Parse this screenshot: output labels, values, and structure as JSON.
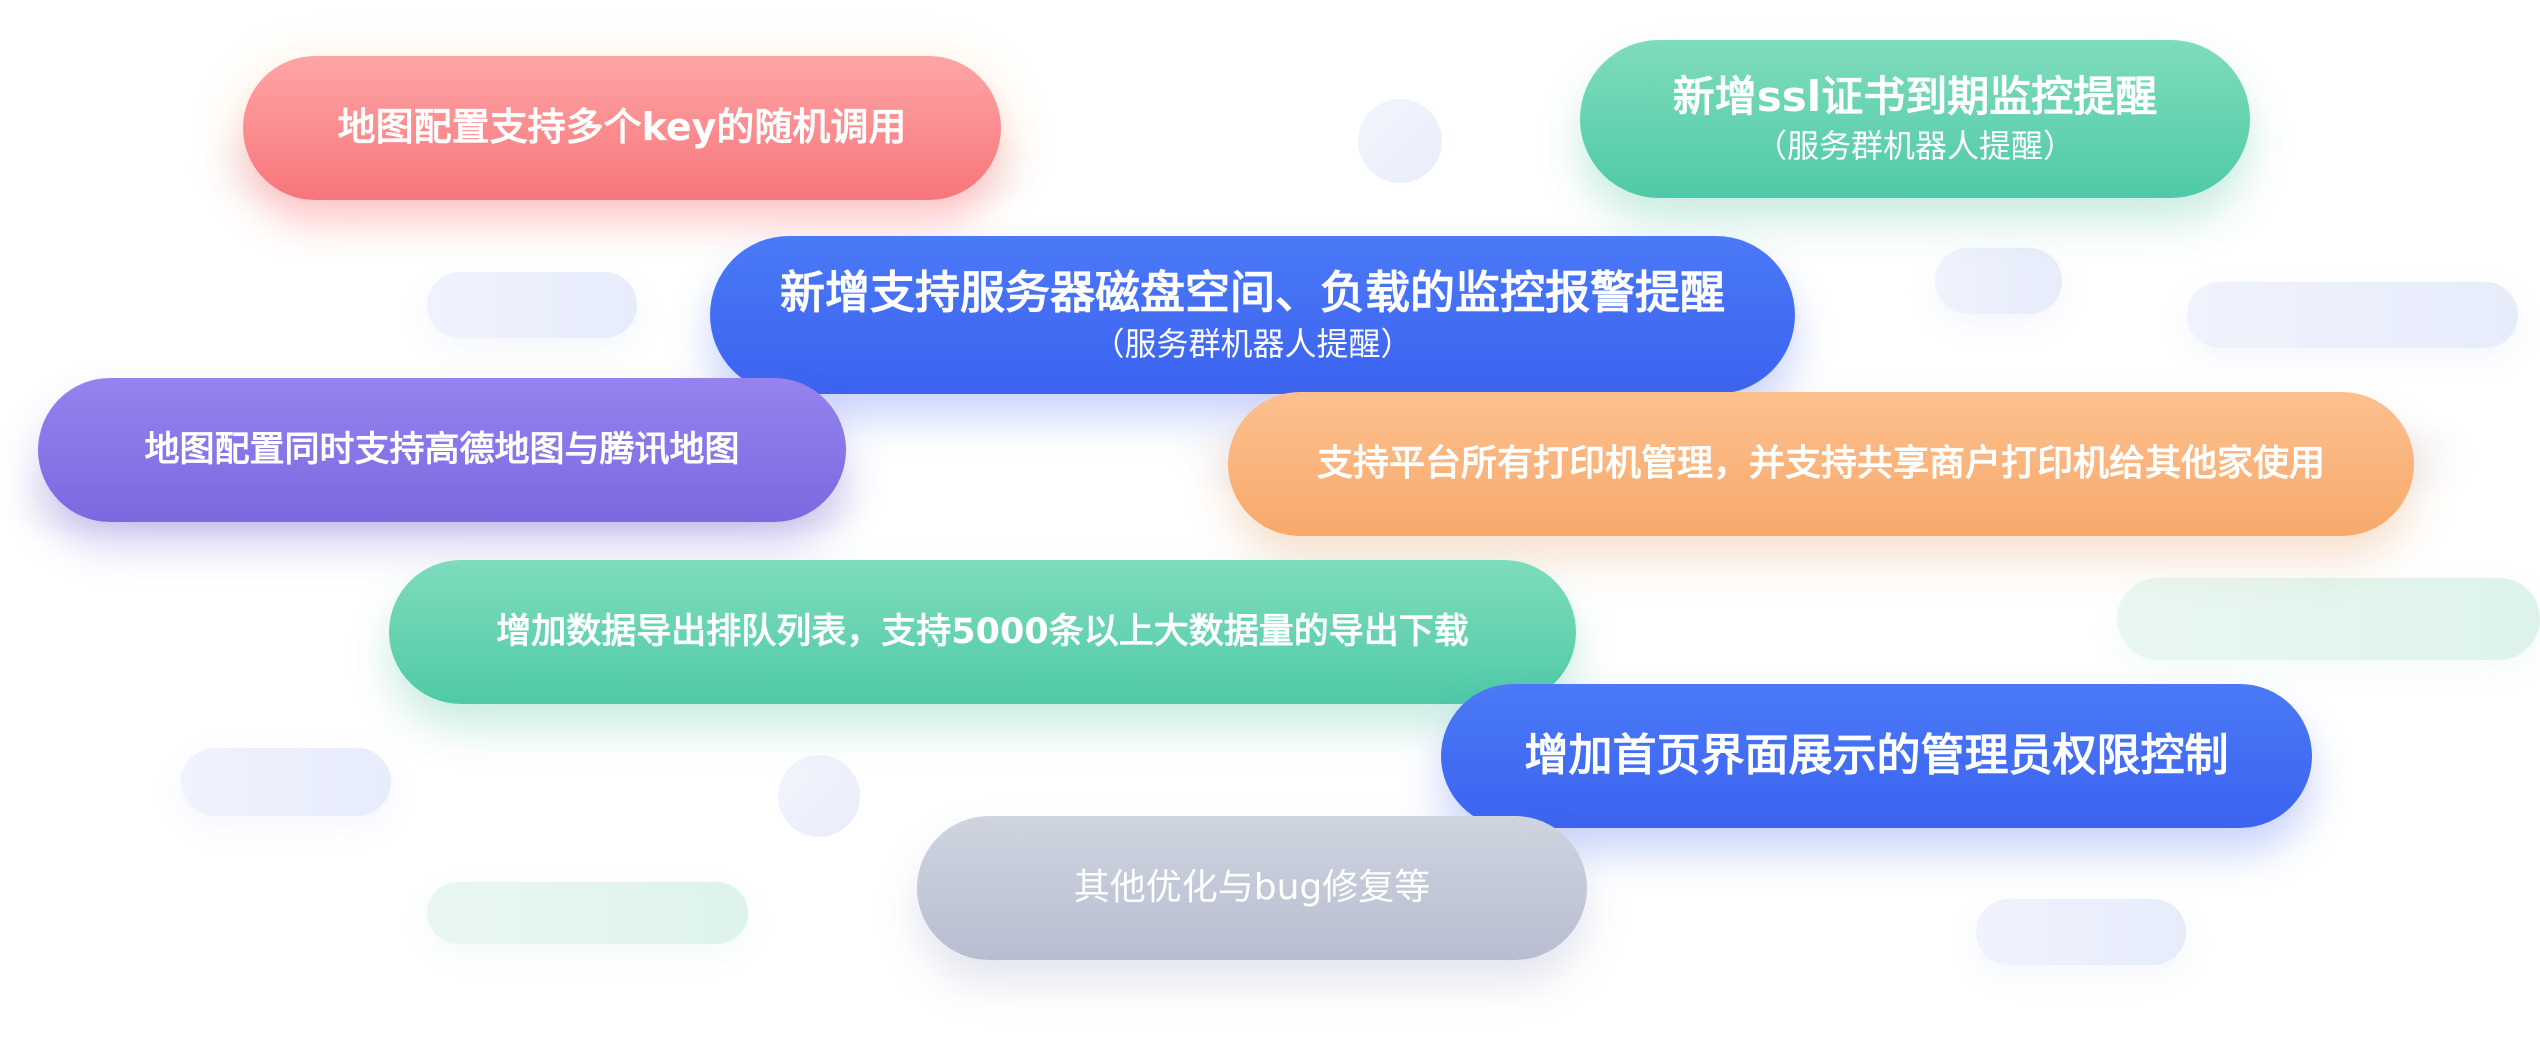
{
  "features": {
    "f1": {
      "text": "地图配置支持多个key的随机调用",
      "color": "#f7757a"
    },
    "f2": {
      "text": "新增ssl证书到期监控提醒",
      "sub": "（服务群机器人提醒）",
      "color": "#4fcaa6"
    },
    "f3": {
      "text": "新增支持服务器磁盘空间、负载的监控报警提醒",
      "sub": "（服务群机器人提醒）",
      "color": "#3b63f0"
    },
    "f4": {
      "text": "地图配置同时支持高德地图与腾讯地图",
      "color": "#7c68e0"
    },
    "f5": {
      "text": "支持平台所有打印机管理，并支持共享商户打印机给其他家使用",
      "color": "#f8a96a"
    },
    "f6": {
      "text": "增加数据导出排队列表，支持5000条以上大数据量的导出下载",
      "color": "#4fcaa6"
    },
    "f7": {
      "text": "增加首页界面展示的管理员权限控制",
      "color": "#3b63f0"
    },
    "f8": {
      "text": "其他优化与bug修复等",
      "color": "#b8bed0"
    }
  }
}
